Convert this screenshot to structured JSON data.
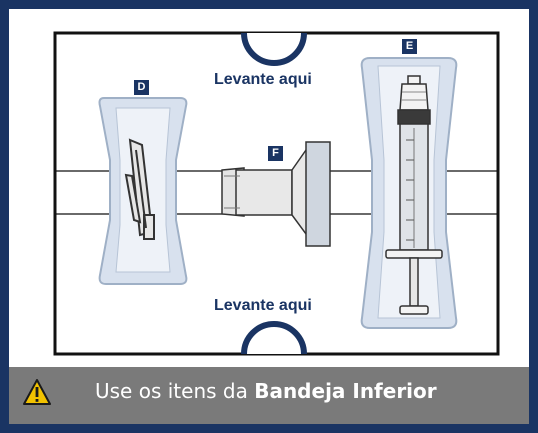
{
  "labels": {
    "lift_top": "Levante aqui",
    "lift_bottom": "Levante aqui"
  },
  "tags": {
    "d": "D",
    "e": "E",
    "f": "F"
  },
  "footer": {
    "text_prefix": "Use os itens da",
    "text_bold": "Bandeja Inferior",
    "icon": "warning-triangle-icon"
  },
  "colors": {
    "navy": "#1a3463",
    "footer_bg": "#7a7a7a",
    "warning_yellow": "#f2c200",
    "pocket_fill": "#d8e1ee"
  }
}
